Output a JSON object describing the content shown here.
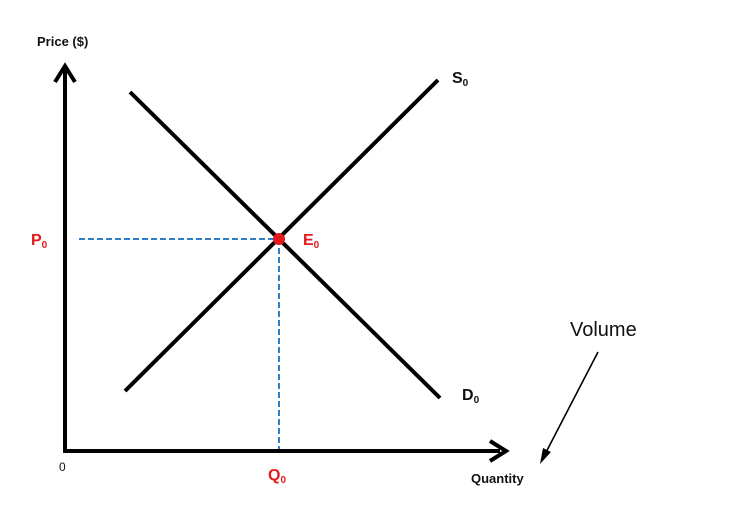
{
  "diagram": {
    "y_axis_title": "Price ($)",
    "x_axis_title": "Quantity",
    "origin_label": "0",
    "supply_label": "S",
    "supply_sub": "0",
    "demand_label": "D",
    "demand_sub": "0",
    "equilibrium_label": "E",
    "equilibrium_sub": "0",
    "price_label": "P",
    "price_sub": "0",
    "quantity_label": "Q",
    "quantity_sub": "0",
    "annotation": "Volume"
  },
  "colors": {
    "line": "#000000",
    "equilibrium": "#e3191c",
    "guide": "#2f7ec6"
  }
}
